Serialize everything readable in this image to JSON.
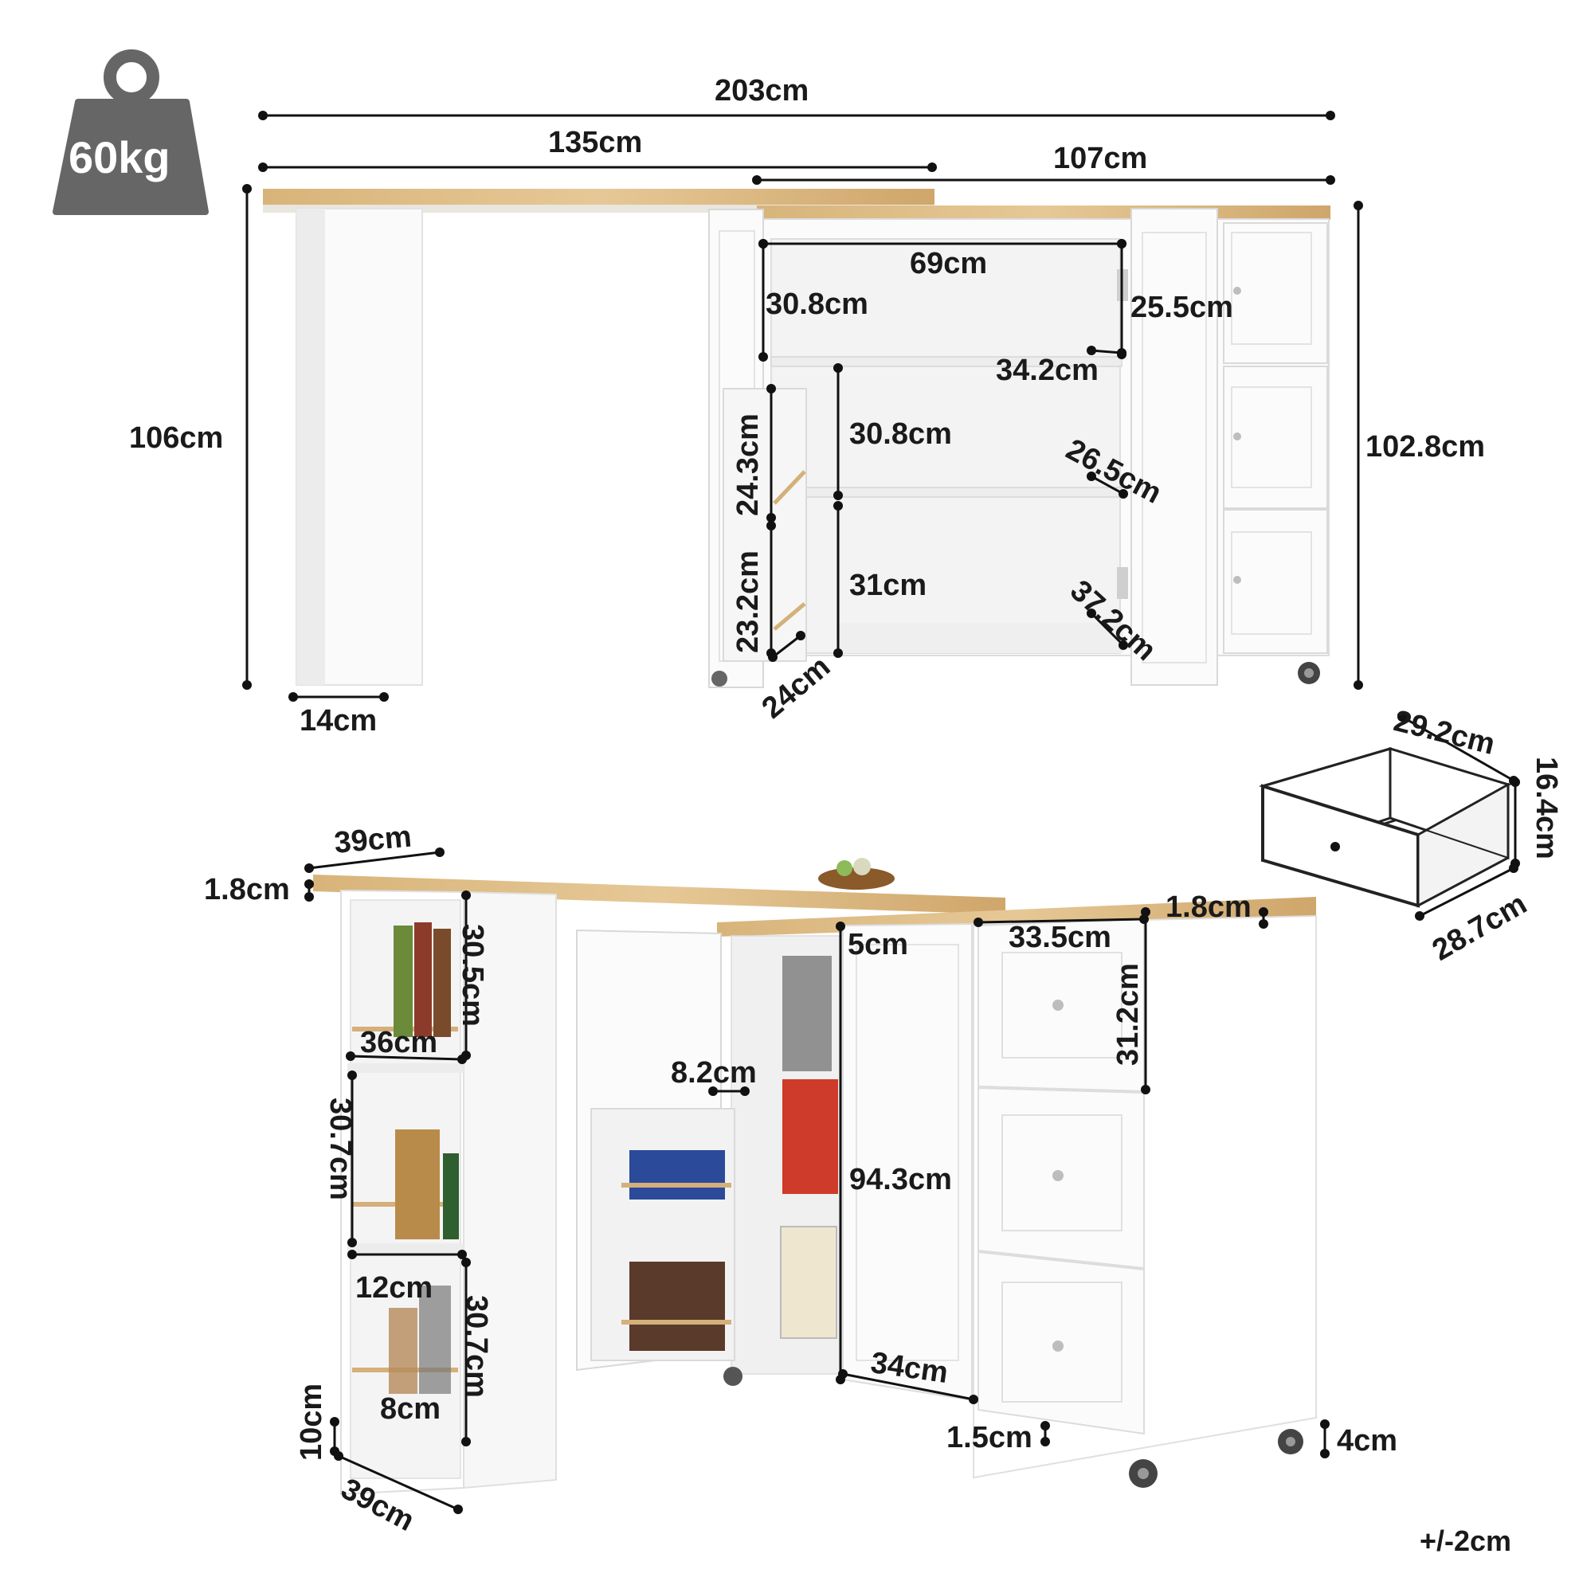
{
  "weight": {
    "value": "60kg",
    "icon": "weight-icon"
  },
  "tolerance": "+/-2cm",
  "top_view": {
    "total_width": "203cm",
    "bar_top_width": "135cm",
    "cabinet_width": "107cm",
    "height_left": "106cm",
    "height_right": "102.8cm",
    "leg_width": "14cm",
    "shelf_inner_width": "69cm",
    "upper_compartment_height": "30.8cm",
    "hinge_gap": "25.5cm",
    "upper_shelf_depth": "34.2cm",
    "middle_compartment_height": "30.8cm",
    "middle_shelf_depth": "26.5cm",
    "lower_compartment_height": "31cm",
    "bottom_depth": "37.2cm",
    "door_rack_upper": "24.3cm",
    "door_rack_lower": "23.2cm",
    "door_rack_depth": "24cm"
  },
  "drawer_detail": {
    "width": "29.2cm",
    "height": "16.4cm",
    "depth": "28.7cm"
  },
  "perspective_view": {
    "top_depth": "39cm",
    "top_thickness_left": "1.8cm",
    "top_thickness_right": "1.8cm",
    "side_shelf_upper": "30.5cm",
    "side_shelf_width": "36cm",
    "side_shelf_middle": "30.7cm",
    "side_shelf_depth": "12cm",
    "side_shelf_lower": "30.7cm",
    "rail_height": "8cm",
    "base_height": "10cm",
    "base_depth": "39cm",
    "top_overhang": "5cm",
    "rack_depth": "8.2cm",
    "cabinet_height": "94.3cm",
    "cabinet_bottom_width": "34cm",
    "bottom_gap": "1.5cm",
    "drawer_width": "33.5cm",
    "drawer_height": "31.2cm",
    "caster_height": "4cm"
  }
}
